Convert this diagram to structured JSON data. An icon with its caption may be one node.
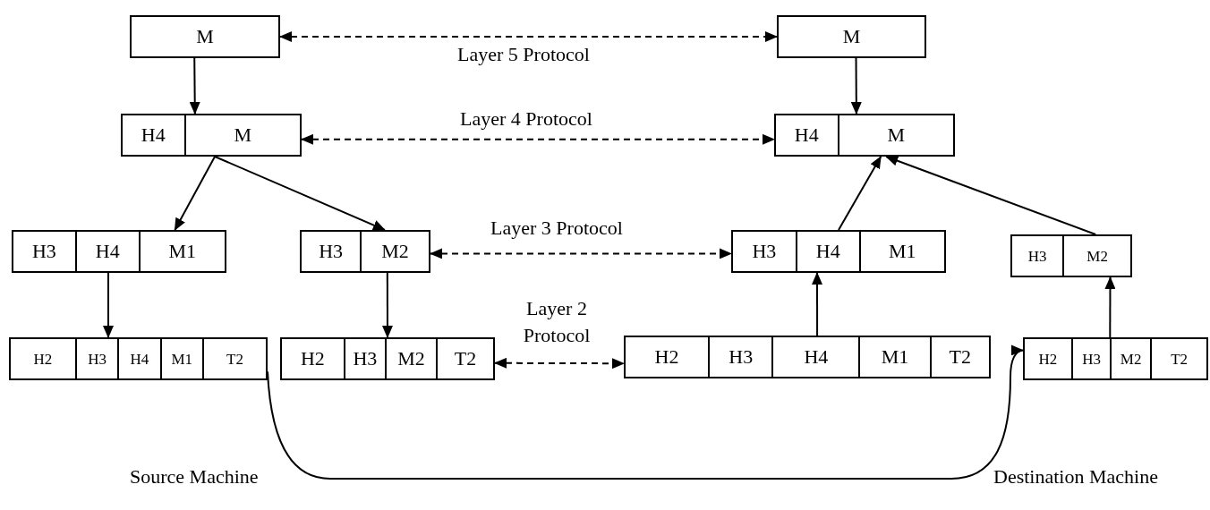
{
  "diagram": {
    "nodes": [
      {
        "text": [
          "M"
        ]
      },
      {
        "text": [
          "M"
        ]
      },
      {
        "text": [
          "H4",
          "M"
        ]
      },
      {
        "text": [
          "H4",
          "M"
        ]
      },
      {
        "text": [
          "H3",
          "H4",
          "M1"
        ]
      },
      {
        "text": [
          "H3",
          "M2"
        ]
      },
      {
        "text": [
          "H3",
          "H4",
          "M1"
        ]
      },
      {
        "text": [
          "H3",
          "M2"
        ]
      },
      {
        "text": [
          "H2",
          "H3",
          "H4",
          "M1",
          "T2"
        ]
      },
      {
        "text": [
          "H2",
          "H3",
          "M2",
          "T2"
        ]
      },
      {
        "text": [
          "H2",
          "H3",
          "H4",
          "M1",
          "T2"
        ]
      },
      {
        "text": [
          "H2",
          "H3",
          "M2",
          "T2"
        ]
      }
    ],
    "edges": [
      {
        "from": 0,
        "to": 1,
        "arrow": "both",
        "style": "dashed",
        "label": "Layer 5 Protocol"
      },
      {
        "from": 0,
        "to": 2,
        "arrow": "to"
      },
      {
        "from": 1,
        "to": 3,
        "arrow": "to"
      },
      {
        "from": 2,
        "to": 3,
        "arrow": "both",
        "style": "dashed",
        "label": "Layer 4 Protocol"
      },
      {
        "from": 2,
        "to": 4,
        "arrow": "to"
      },
      {
        "from": 2,
        "to": 5,
        "arrow": "to"
      },
      {
        "from": 5,
        "to": 6,
        "arrow": "both",
        "style": "dashed",
        "label": "Layer 3 Protocol"
      },
      {
        "from": 6,
        "to": 3,
        "arrow": "to"
      },
      {
        "from": 7,
        "to": 3,
        "arrow": "to"
      },
      {
        "from": 4,
        "to": 8,
        "arrow": "to"
      },
      {
        "from": 5,
        "to": 9,
        "arrow": "to"
      },
      {
        "from": 9,
        "to": 10,
        "arrow": "both",
        "style": "dashed",
        "label": "Layer 2 Protocol"
      },
      {
        "from": 10,
        "to": 6,
        "arrow": "to"
      },
      {
        "from": 11,
        "to": 7,
        "arrow": "to"
      },
      {
        "from": 8,
        "to": 11,
        "arrow": "to"
      }
    ],
    "labels": [
      "Source Machine",
      "Destination Machine"
    ]
  }
}
